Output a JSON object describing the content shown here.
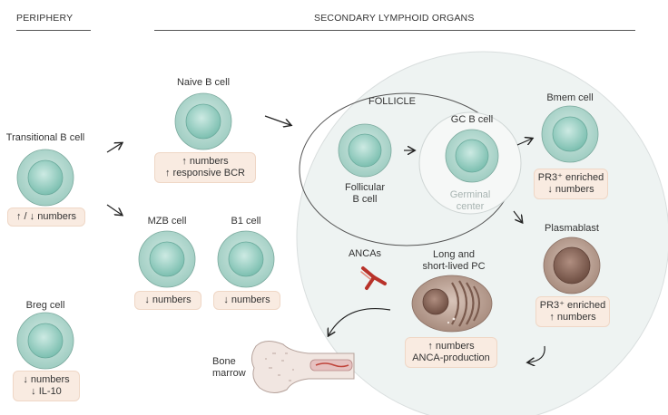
{
  "sections": {
    "periphery": "PERIPHERY",
    "secondary": "SECONDARY LYMPHOID ORGANS"
  },
  "cells": {
    "transitional": {
      "label": "Transitional B cell",
      "box": [
        "↑ / ↓ numbers"
      ]
    },
    "breg": {
      "label": "Breg cell",
      "box": [
        "↓ numbers",
        "↓ IL-10"
      ]
    },
    "naive": {
      "label": "Naive B cell",
      "box": [
        "↑ numbers",
        "↑ responsive BCR"
      ]
    },
    "mzb": {
      "label": "MZB cell",
      "box": [
        "↓ numbers"
      ]
    },
    "b1": {
      "label": "B1 cell",
      "box": [
        "↓ numbers"
      ]
    },
    "follicle": {
      "title": "FOLLICLE",
      "follicular_label": [
        "Follicular",
        "B cell"
      ]
    },
    "gc": {
      "label": "GC B cell",
      "center_label": [
        "Germinal",
        "center"
      ]
    },
    "bmem": {
      "label": "Bmem cell",
      "box": [
        "PR3⁺ enriched",
        "↓ numbers"
      ]
    },
    "plasmablast": {
      "label": "Plasmablast",
      "box": [
        "PR3⁺ enriched",
        "↑ numbers"
      ]
    },
    "pc": {
      "label": [
        "Long and",
        "short-lived PC"
      ],
      "box": [
        "↑ numbers",
        "ANCA-production"
      ]
    },
    "ancas": {
      "label": "ANCAs"
    },
    "bone_marrow": {
      "label": [
        "Bone",
        "marrow"
      ]
    }
  },
  "colors": {
    "cell_outer": "#b5d8cf",
    "cell_nucleus": "#8ec9bc",
    "plasma_outer": "#c4aea3",
    "plasma_nucleus": "#8c6a5c",
    "box_fill": "#f9ebe1",
    "organ_fill": "#eef3f2"
  }
}
